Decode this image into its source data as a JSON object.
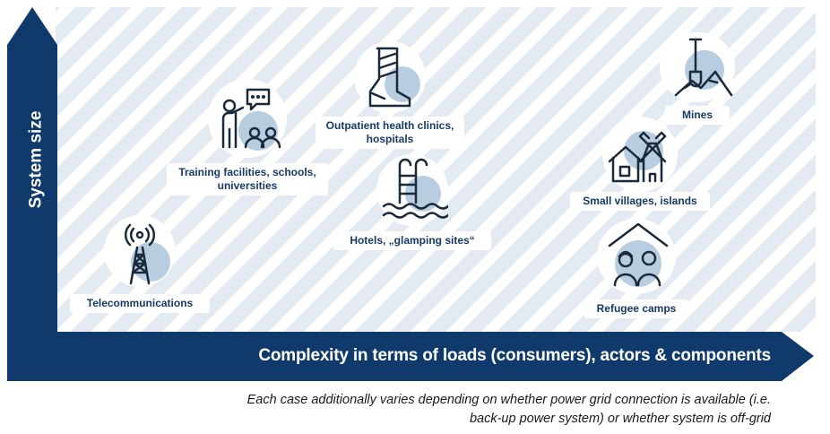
{
  "axes": {
    "y_label": "System size",
    "x_label": "Complexity in terms of loads (consumers), actors & components"
  },
  "cases": [
    {
      "label": "Telecommunications",
      "icon": "antenna-tower-icon"
    },
    {
      "label": "Training facilities, schools, universities",
      "icon": "teacher-presentation-icon"
    },
    {
      "label": "Outpatient health clinics, hospitals",
      "icon": "leg-cast-icon"
    },
    {
      "label": "Hotels, „glamping sites“",
      "icon": "swimming-pool-icon"
    },
    {
      "label": "Small villages, islands",
      "icon": "village-windmill-icon"
    },
    {
      "label": "Mines",
      "icon": "shovel-mountain-icon"
    },
    {
      "label": "Refugee camps",
      "icon": "shelter-people-icon"
    }
  ],
  "footnote": {
    "line1": "Each case additionally varies depending on whether power grid connection is available (i.e.",
    "line2": "back-up power system) or whether system is off-grid"
  },
  "colors": {
    "axis_navy": "#0f3a6b",
    "icon_stroke": "#1b2a3a",
    "icon_circle": "#b9cde1",
    "stripe": "#e3eaf2",
    "label_text": "#163a66"
  }
}
